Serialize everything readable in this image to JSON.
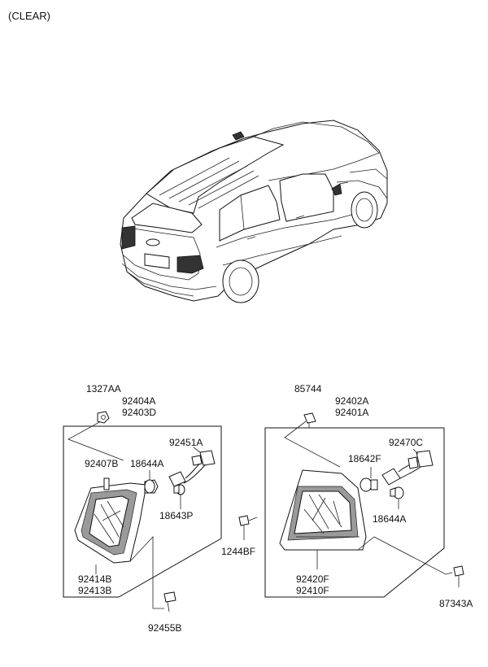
{
  "header": {
    "variant": "(CLEAR)"
  },
  "left_assembly": {
    "part_1327AA": "1327AA",
    "part_92404A": "92404A",
    "part_92403D": "92403D",
    "part_92451A": "92451A",
    "part_92407B": "92407B",
    "part_18644A": "18644A",
    "part_18643P": "18643P",
    "part_92414B": "92414B",
    "part_92413B": "92413B",
    "part_92455B": "92455B"
  },
  "right_assembly": {
    "part_85744": "85744",
    "part_92402A": "92402A",
    "part_92401A": "92401A",
    "part_92470C": "92470C",
    "part_18642F": "18642F",
    "part_18644A": "18644A",
    "part_1244BF": "1244BF",
    "part_92420F": "92420F",
    "part_92410F": "92410F",
    "part_87343A": "87343A"
  }
}
